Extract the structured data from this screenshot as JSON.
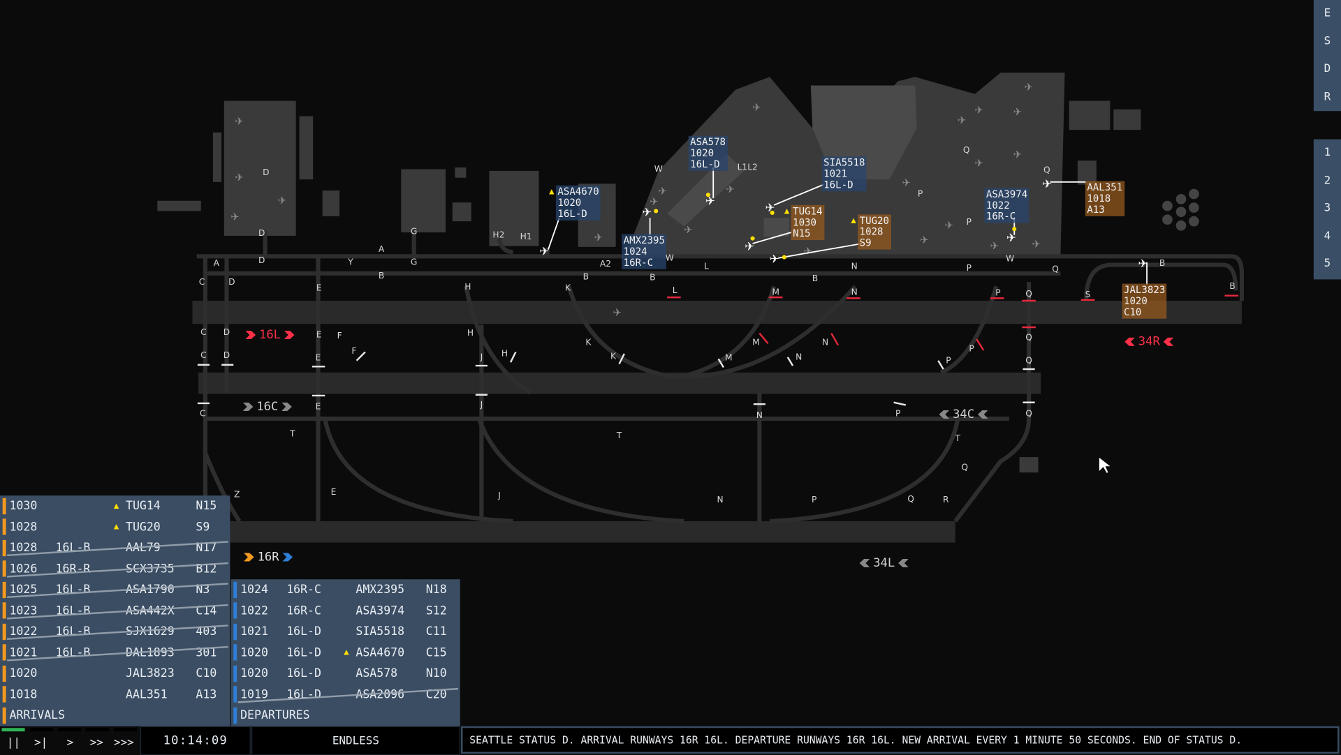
{
  "sidebar_top": [
    "E",
    "S",
    "D",
    "R"
  ],
  "sidebar_numbers": [
    "1",
    "2",
    "3",
    "4",
    "5"
  ],
  "runways": {
    "r16L": "16L",
    "r34R": "34R",
    "r16C": "16C",
    "r34C": "34C",
    "r16R": "16R",
    "r34L": "34L"
  },
  "taxiway_labels": [
    "D",
    "D",
    "D",
    "A",
    "C",
    "D",
    "Y",
    "A",
    "G",
    "G",
    "B",
    "H2",
    "H1",
    "E",
    "H",
    "K",
    "B",
    "A2",
    "B",
    "L",
    "L",
    "W",
    "L1L2",
    "M",
    "B",
    "N",
    "N",
    "P",
    "W",
    "Q",
    "P",
    "Q",
    "S",
    "B",
    "B",
    "Q",
    "Q",
    "P",
    "P",
    "W",
    "C",
    "D",
    "E",
    "F",
    "H",
    "C",
    "D",
    "E",
    "F",
    "J",
    "H",
    "K",
    "K",
    "M",
    "M",
    "N",
    "N",
    "P",
    "P",
    "Q",
    "Q",
    "C",
    "E",
    "J",
    "N",
    "P",
    "Q",
    "T",
    "T",
    "T",
    "Q",
    "Z",
    "E",
    "J",
    "N",
    "P",
    "Q",
    "R"
  ],
  "tags": [
    {
      "kind": "dep",
      "callsign": "ASA4670",
      "time": "1020",
      "assign": "16L-D",
      "warn": true
    },
    {
      "kind": "dep",
      "callsign": "ASA578",
      "time": "1020",
      "assign": "16L-D",
      "warn": false
    },
    {
      "kind": "dep",
      "callsign": "SIA5518",
      "time": "1021",
      "assign": "16L-D",
      "warn": false
    },
    {
      "kind": "dep",
      "callsign": "AMX2395",
      "time": "1024",
      "assign": "16R-C",
      "warn": false
    },
    {
      "kind": "arr",
      "callsign": "TUG14",
      "time": "1030",
      "assign": "N15",
      "warn": true
    },
    {
      "kind": "arr",
      "callsign": "TUG20",
      "time": "1028",
      "assign": "S9",
      "warn": true
    },
    {
      "kind": "dep",
      "callsign": "ASA3974",
      "time": "1022",
      "assign": "16R-C",
      "warn": false
    },
    {
      "kind": "arr",
      "callsign": "AAL351",
      "time": "1018",
      "assign": "A13",
      "warn": false
    },
    {
      "kind": "arr",
      "callsign": "JAL3823",
      "time": "1020",
      "assign": "C10",
      "warn": false
    }
  ],
  "arrivals": {
    "title": "ARRIVALS",
    "rows": [
      {
        "time": "1030",
        "rwy": "",
        "warn": true,
        "callsign": "TUG14",
        "gate": "N15",
        "done": false
      },
      {
        "time": "1028",
        "rwy": "",
        "warn": true,
        "callsign": "TUG20",
        "gate": "S9",
        "done": false
      },
      {
        "time": "1028",
        "rwy": "16L-B",
        "warn": false,
        "callsign": "AAL79",
        "gate": "N17",
        "done": true
      },
      {
        "time": "1026",
        "rwy": "16R-R",
        "warn": false,
        "callsign": "SCX3735",
        "gate": "B12",
        "done": true
      },
      {
        "time": "1025",
        "rwy": "16L-B",
        "warn": false,
        "callsign": "ASA1790",
        "gate": "N3",
        "done": true
      },
      {
        "time": "1023",
        "rwy": "16L-B",
        "warn": false,
        "callsign": "ASA442X",
        "gate": "C14",
        "done": true
      },
      {
        "time": "1022",
        "rwy": "16L-B",
        "warn": false,
        "callsign": "SJX1629",
        "gate": "403",
        "done": true
      },
      {
        "time": "1021",
        "rwy": "16L-B",
        "warn": false,
        "callsign": "DAL1893",
        "gate": "301",
        "done": true
      },
      {
        "time": "1020",
        "rwy": "",
        "warn": false,
        "callsign": "JAL3823",
        "gate": "C10",
        "done": false
      },
      {
        "time": "1018",
        "rwy": "",
        "warn": false,
        "callsign": "AAL351",
        "gate": "A13",
        "done": false
      }
    ]
  },
  "departures": {
    "title": "DEPARTURES",
    "rows": [
      {
        "time": "1024",
        "rwy": "16R-C",
        "warn": false,
        "callsign": "AMX2395",
        "gate": "N18",
        "done": false
      },
      {
        "time": "1022",
        "rwy": "16R-C",
        "warn": false,
        "callsign": "ASA3974",
        "gate": "S12",
        "done": false
      },
      {
        "time": "1021",
        "rwy": "16L-D",
        "warn": false,
        "callsign": "SIA5518",
        "gate": "C11",
        "done": false
      },
      {
        "time": "1020",
        "rwy": "16L-D",
        "warn": true,
        "callsign": "ASA4670",
        "gate": "C15",
        "done": false
      },
      {
        "time": "1020",
        "rwy": "16L-D",
        "warn": false,
        "callsign": "ASA578",
        "gate": "N10",
        "done": false
      },
      {
        "time": "1019",
        "rwy": "16L-D",
        "warn": false,
        "callsign": "ASA2096",
        "gate": "C20",
        "done": true
      }
    ]
  },
  "speed": {
    "pause": "||",
    "step": ">|",
    "x1": ">",
    "x2": ">>",
    "x3": ">>>",
    "active_index": 0
  },
  "clock": "10:14:09",
  "mode": "ENDLESS",
  "status": "SEATTLE STATUS D. ARRIVAL RUNWAYS 16R 16L. DEPARTURE RUNWAYS 16R 16L. NEW ARRIVAL EVERY 1 MINUTE 50 SECONDS. END OF STATUS D.",
  "colors": {
    "arrival": "#f39a1e",
    "departure": "#2f7fd6",
    "panel": "#3b4d63",
    "hold": "#e8283c",
    "warn": "#ffe000"
  }
}
